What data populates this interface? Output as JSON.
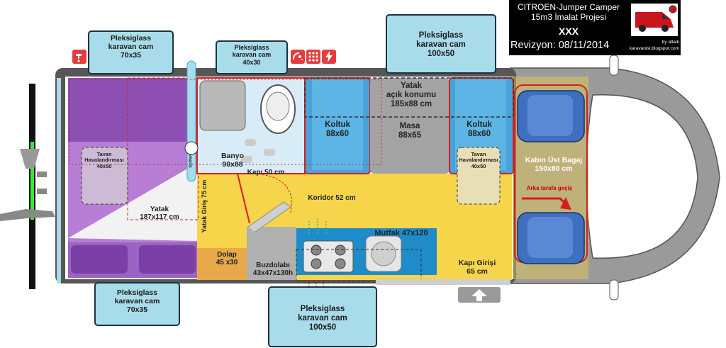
{
  "header": {
    "title": "CITROEN-Jumper Camper",
    "subtitle": "15m3 İmalat Projesi",
    "code": "XXX",
    "revision": "Revizyon: 08/11/2014",
    "credit_line1": "by atladi",
    "credit_line2": "karavanist.blogspot.com"
  },
  "windows": {
    "top_left": "Pleksiglass\nkaravan cam\n70x35",
    "top_mid": "Pleksiglass\nkaravan cam\n40x30",
    "top_right": "Pleksiglass\nkaravan cam\n100x50",
    "bottom_left": "Pleksiglass\nkaravan cam\n70x35",
    "bottom_mid": "Pleksiglass\nkaravan cam\n100x50"
  },
  "rooms": {
    "bed": "Yatak\n187x117 cm",
    "vent_left": "Tavan\nHavalandırması\n40x50",
    "vent_right": "Tavan\nHavalandırması\n40x50",
    "bed_entry": "Yatak Giriş 75 cm",
    "shower": "Soffen",
    "bathroom": "Banyo\n90x88",
    "door": "Kapı 50 cm",
    "seat_left": "Koltuk\n88x60",
    "table": "Masa\n88x65",
    "seat_right": "Koltuk\n88x60",
    "bed_open": "Yatak\naçık konumu\n185x88 cm",
    "corridor": "Koridor 52 cm",
    "kitchen": "Mutfak  47x120",
    "wardrobe": "Dolap\n45 x30",
    "fridge": "Buzdolabı\n43x47x130h",
    "entry_door": "Kapı Girişi\n65 cm",
    "cab_storage": "Kabin Üst Bagaj\n150x80 cm",
    "rear_pass": "Arka tarafa geçiş"
  },
  "icons": [
    "faucet-icon",
    "shower-icon",
    "grid-icon",
    "power-icon",
    "upload-arrow-icon"
  ],
  "colors": {
    "bed": "#b87ed6",
    "floor": "#f7d54b",
    "window": "#a9dcea",
    "cushion": "#4aa3d8",
    "table": "#a3a3a3",
    "kitchen": "#1e8cc8",
    "accent": "#d31f1f"
  }
}
